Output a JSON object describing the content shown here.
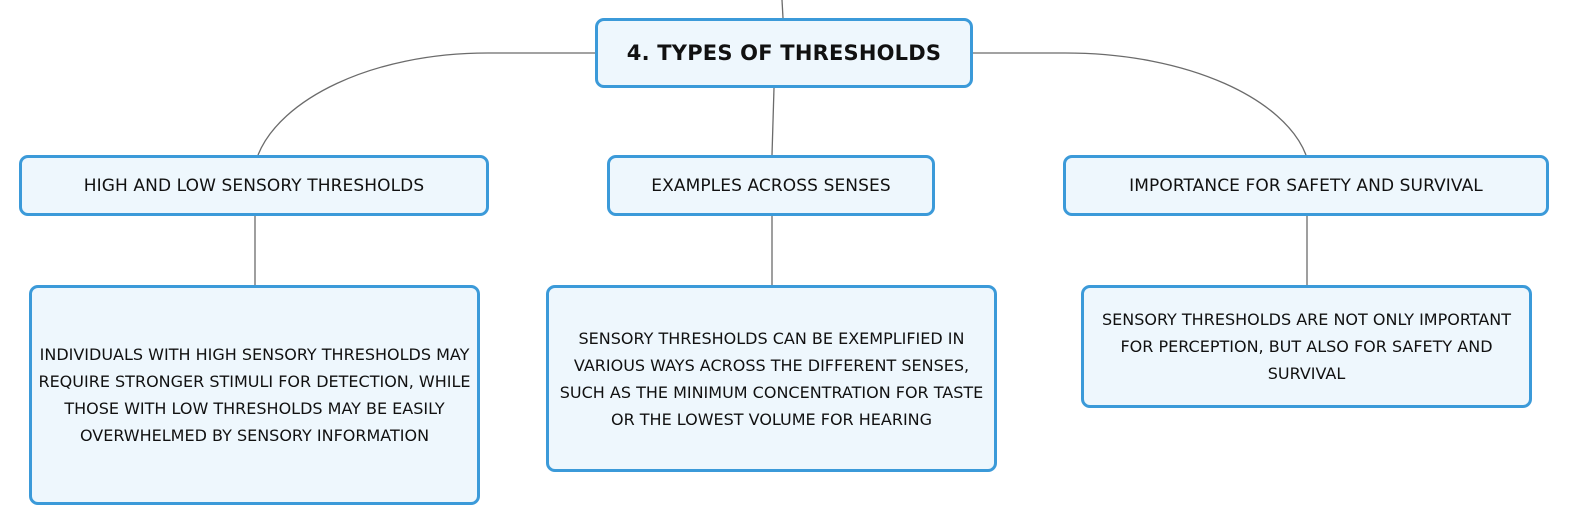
{
  "diagram": {
    "root": {
      "label": "4. TYPES OF THRESHOLDS"
    },
    "branches": [
      {
        "label": "HIGH AND LOW SENSORY THRESHOLDS",
        "detail": "INDIVIDUALS WITH HIGH SENSORY THRESHOLDS MAY REQUIRE STRONGER STIMULI FOR DETECTION, WHILE THOSE WITH LOW THRESHOLDS MAY BE EASILY OVERWHELMED BY SENSORY INFORMATION"
      },
      {
        "label": "EXAMPLES ACROSS SENSES",
        "detail": "SENSORY THRESHOLDS CAN BE EXEMPLIFIED IN VARIOUS WAYS ACROSS THE DIFFERENT SENSES, SUCH AS THE MINIMUM CONCENTRATION FOR TASTE OR THE LOWEST VOLUME FOR HEARING"
      },
      {
        "label": "IMPORTANCE FOR SAFETY AND SURVIVAL",
        "detail": "SENSORY THRESHOLDS ARE NOT ONLY IMPORTANT FOR PERCEPTION, BUT ALSO FOR SAFETY AND SURVIVAL"
      }
    ],
    "colors": {
      "node_border": "#3b9ad9",
      "node_fill": "#eef7fd",
      "connector": "#6b6b6b",
      "text": "#111111"
    }
  }
}
